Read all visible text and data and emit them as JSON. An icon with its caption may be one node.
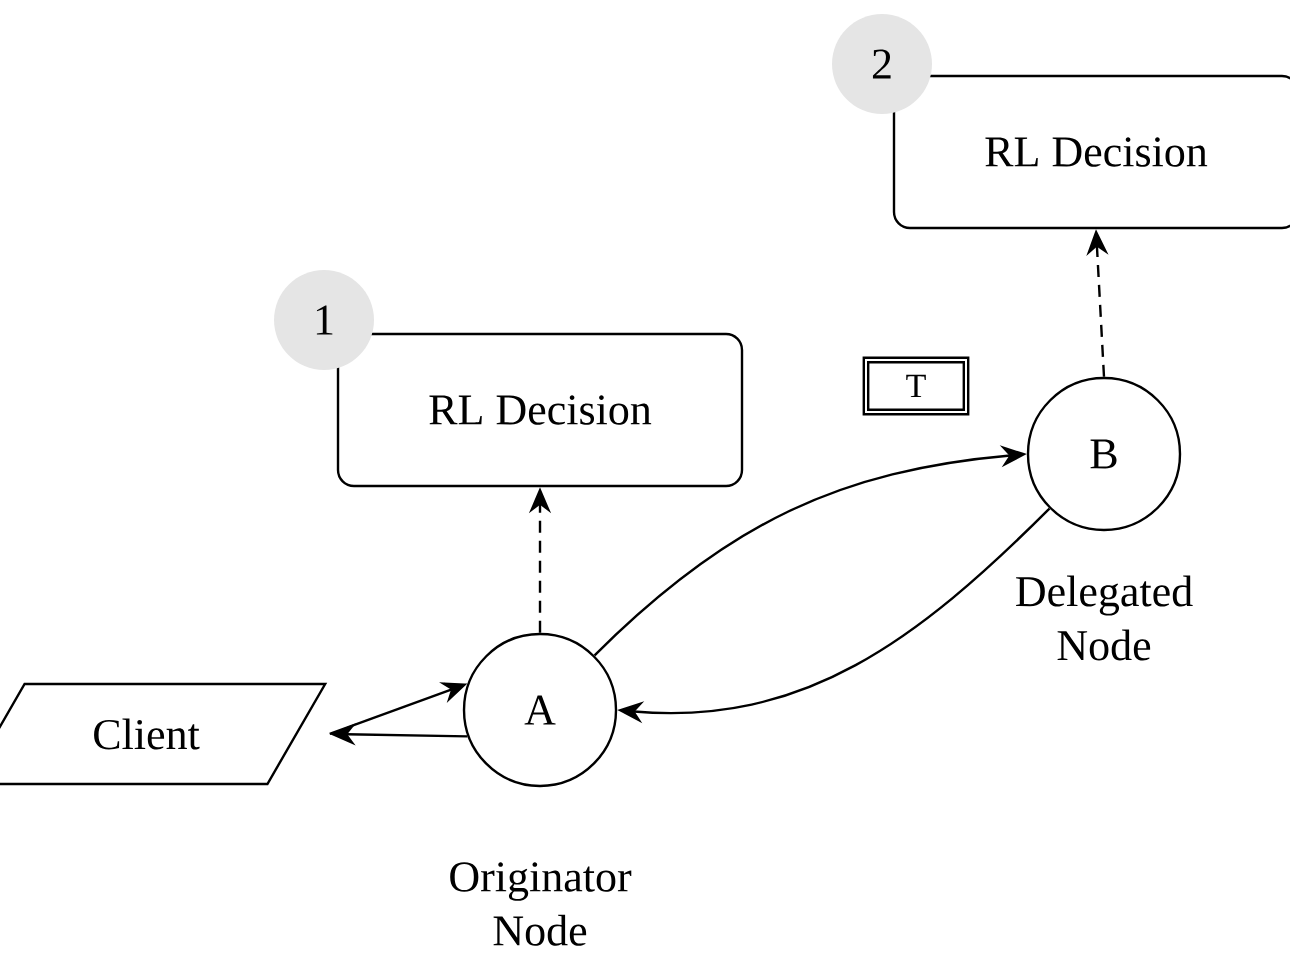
{
  "diagram": {
    "nodes": [
      {
        "text": [
          "Client"
        ]
      },
      {
        "text": [
          "A"
        ],
        "beside": [
          "Originator Node"
        ]
      },
      {
        "text": [
          "B"
        ],
        "beside": [
          "Delegated Node"
        ]
      },
      {
        "text": [
          "1"
        ]
      },
      {
        "text": [
          "RL Decision"
        ]
      },
      {
        "text": [
          "2"
        ]
      },
      {
        "text": [
          "RL Decision"
        ]
      },
      {
        "text": [
          "T"
        ]
      }
    ],
    "edges": [
      {
        "from": 0,
        "to": 1,
        "arrow": "to"
      },
      {
        "from": 1,
        "to": 0,
        "arrow": "to"
      },
      {
        "from": 1,
        "to": 2,
        "arrow": "to"
      },
      {
        "from": 2,
        "to": 1,
        "arrow": "to"
      },
      {
        "from": 1,
        "to": 4,
        "arrow": "to",
        "style": "dashed"
      },
      {
        "from": 2,
        "to": 6,
        "arrow": "to",
        "style": "dashed"
      }
    ]
  }
}
